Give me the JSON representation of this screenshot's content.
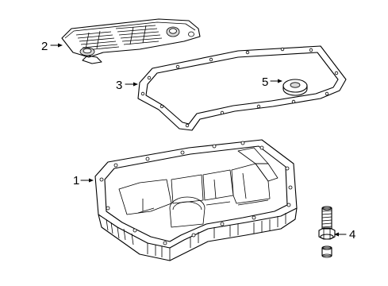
{
  "callouts": {
    "filter": "2",
    "gasket": "3",
    "plug_gasket": "5",
    "oil_pan": "1",
    "drain_plug": "4"
  }
}
